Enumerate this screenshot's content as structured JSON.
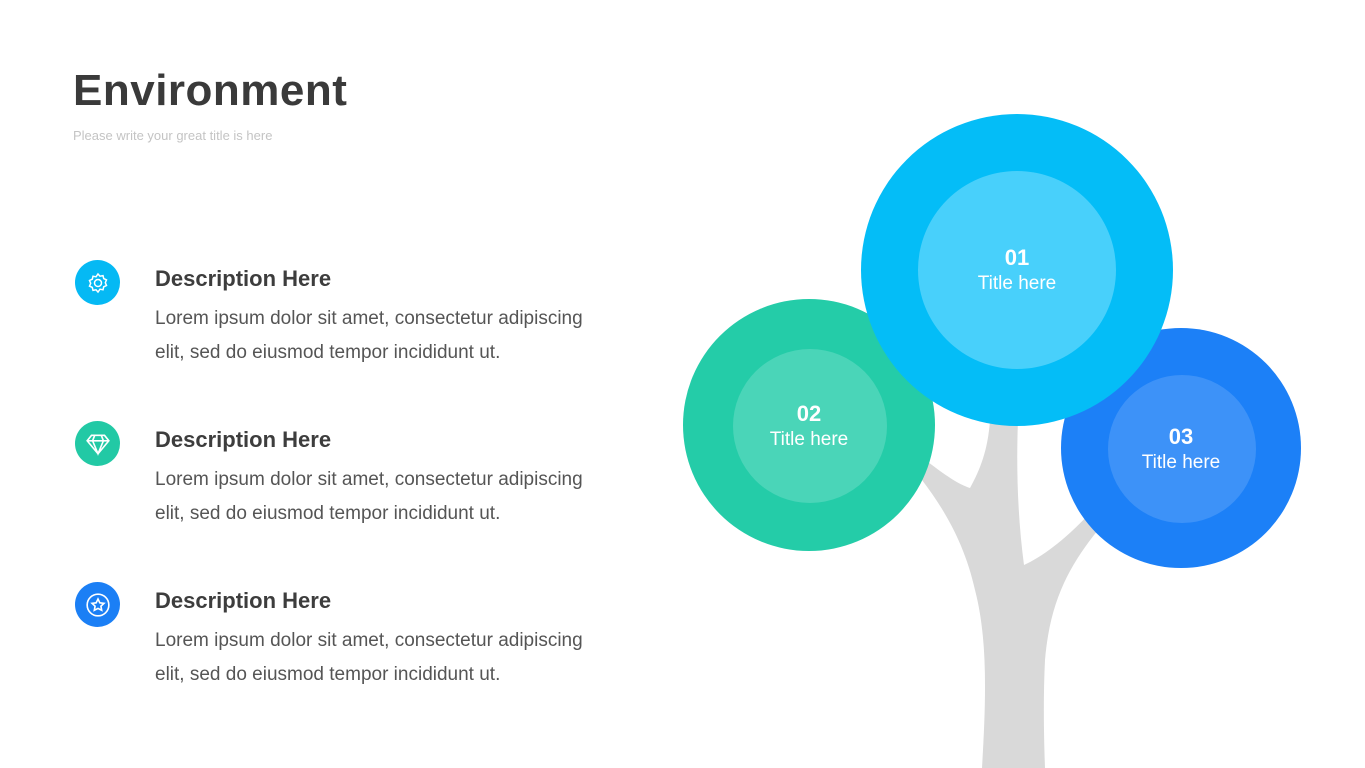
{
  "header": {
    "title": "Environment",
    "subtitle": "Please write your great title is here"
  },
  "items": [
    {
      "icon": "gear-icon",
      "color": "#05b9f4",
      "heading": "Description Here",
      "text": "Lorem ipsum dolor sit amet, consectetur adipiscing elit, sed do eiusmod tempor incididunt ut."
    },
    {
      "icon": "diamond-icon",
      "color": "#22c9a5",
      "heading": "Description Here",
      "text": "Lorem ipsum dolor sit amet, consectetur adipiscing elit, sed do eiusmod tempor incididunt ut."
    },
    {
      "icon": "star-icon",
      "color": "#1b7ff5",
      "heading": "Description Here",
      "text": "Lorem ipsum dolor sit amet, consectetur adipiscing elit, sed do eiusmod tempor incididunt ut."
    }
  ],
  "circles": [
    {
      "number": "01",
      "title": "Title here",
      "color": "#04bdf7",
      "inner": "#48d0fb"
    },
    {
      "number": "02",
      "title": "Title here",
      "color": "#24cca8",
      "inner": "#4ad5b8"
    },
    {
      "number": "03",
      "title": "Title here",
      "color": "#1c80f7",
      "inner": "#3d92f8"
    }
  ]
}
